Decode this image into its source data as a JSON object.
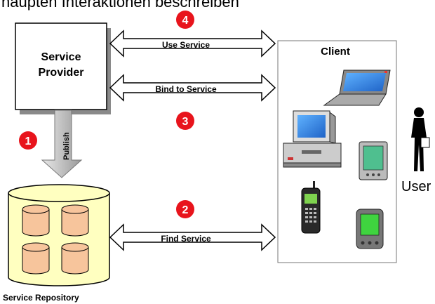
{
  "header_text": "haupten Interaktionen beschreiben",
  "provider": {
    "line1": "Service",
    "line2": "Provider"
  },
  "publish_label": "Publish",
  "repository_label": "Service Repository",
  "client_label": "Client",
  "user_label": "User",
  "arrows": {
    "use": "Use Service",
    "bind": "Bind to Service",
    "find": "Find Service"
  },
  "steps": {
    "publish": "1",
    "find": "2",
    "bind": "3",
    "use": "4"
  },
  "colors": {
    "step_badge": "#e8141c",
    "repository": "#ffffc0",
    "disk": "#f7c59c",
    "arrow_fill": "#ffffff",
    "box_shadow": "#9a9a9a"
  },
  "icons": [
    "laptop-icon",
    "desktop-computer-icon",
    "pda-icon",
    "mobile-phone-icon",
    "palm-pda-icon",
    "user-silhouette-icon"
  ]
}
